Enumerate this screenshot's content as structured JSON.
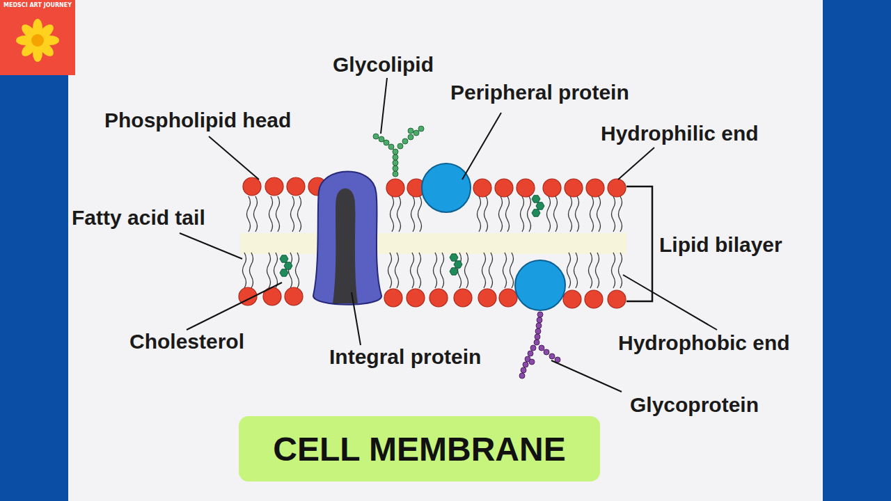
{
  "diagram": {
    "title": "CELL MEMBRANE",
    "labels": [
      "Glycolipid",
      "Peripheral protein",
      "Phospholipid head",
      "Hydrophilic end",
      "Fatty acid tail",
      "Lipid bilayer",
      "Cholesterol",
      "Integral protein",
      "Hydrophobic end",
      "Glycoprotein",
      "MEDSCI ART JOURNEY"
    ]
  }
}
